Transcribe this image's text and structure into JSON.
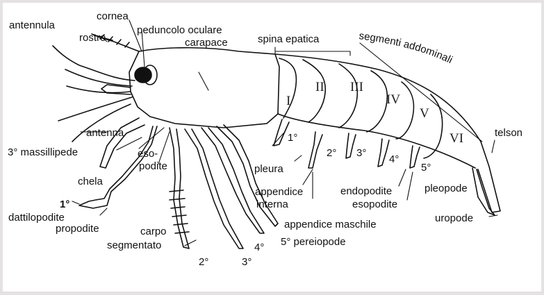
{
  "labels": {
    "antennula": "antennula",
    "cornea": "cornea",
    "rostro": "rostro",
    "peduncolo_oculare": "peduncolo oculare",
    "carapace": "carapace",
    "spina_epatica": "spina epatica",
    "segmenti_addominali": "segmenti addominali",
    "antenna": "antenna",
    "massillipede": "3° massillipede",
    "esopodite_1": "eso-",
    "esopodite_2": "podite",
    "chela": "chela",
    "primo": "1°",
    "dattilopodite": "dattilopodite",
    "propodite": "propodite",
    "carpo": "carpo",
    "segmentato": "segmentato",
    "p2": "2°",
    "p3": "3°",
    "p4": "4°",
    "quinto_pereiopode": "5° pereiopode",
    "pleura": "pleura",
    "appendice_interna_1": "appendice",
    "appendice_interna_2": "interna",
    "appendice_maschile": "appendice maschile",
    "plp1": "1°",
    "plp2": "2°",
    "plp3": "3°",
    "plp4": "4°",
    "plp5": "5°",
    "endopodite": "endopodite",
    "esopodite": "esopodite",
    "pleopode": "pleopode",
    "uropode": "uropode",
    "telson": "telson"
  },
  "segments": [
    "I",
    "II",
    "III",
    "IV",
    "V",
    "VI"
  ]
}
